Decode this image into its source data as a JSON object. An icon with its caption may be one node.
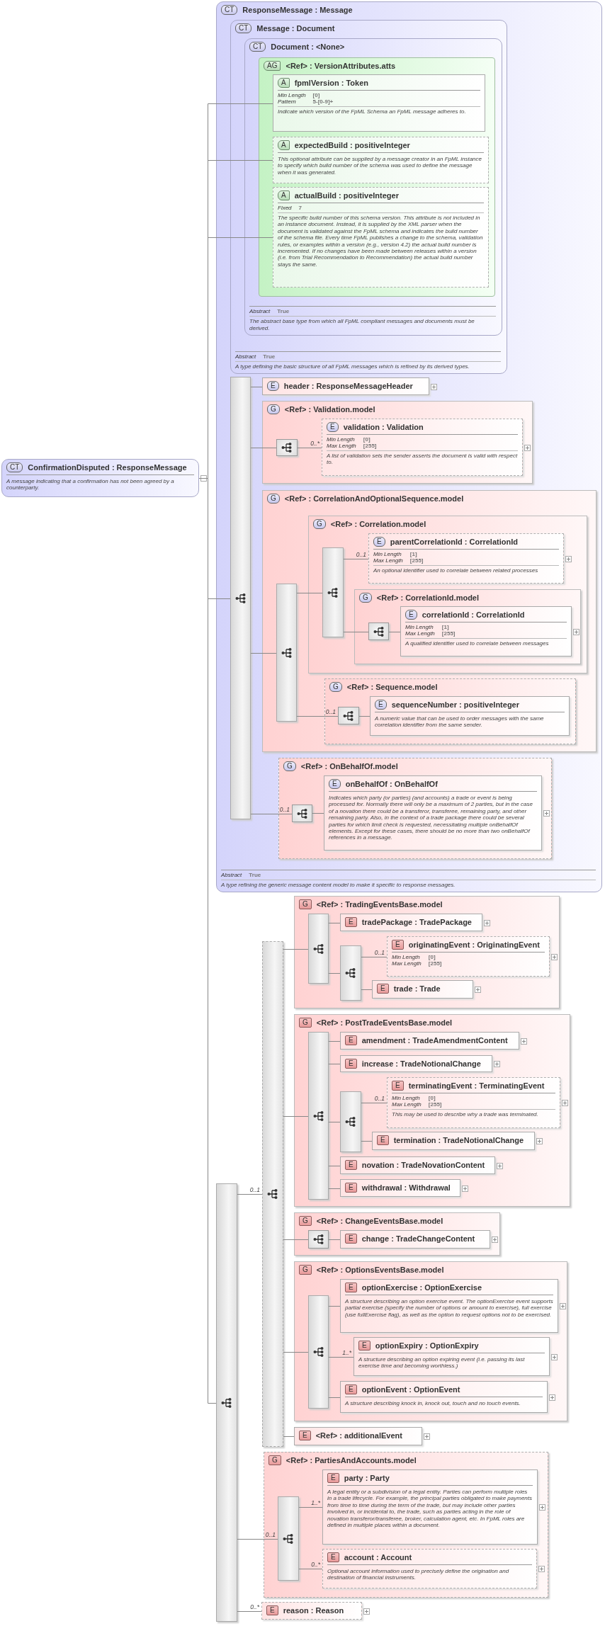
{
  "diagram": {
    "nodes": [
      {
        "text": [
          "CT",
          "ConfirmationDisputed : ResponseMessage",
          "A message indicating that a confirmation has not been agreed by a counterparty."
        ]
      },
      {
        "text": [
          "CT",
          "ResponseMessage : Message",
          "Abstract",
          "True",
          "A type refining the generic message content model to make it specific to response messages."
        ]
      },
      {
        "text": [
          "CT",
          "Message : Document",
          "Abstract",
          "True",
          "A type defining the basic structure of all FpML messages which is refined by its derived types."
        ],
        "in": 1
      },
      {
        "text": [
          "CT",
          "Document : <None>",
          "Abstract",
          "True",
          "The abstract base type from which all FpML compliant messages and documents must be derived."
        ],
        "in": 2
      },
      {
        "text": [
          "AG",
          "<Ref> : VersionAttributes.atts"
        ],
        "in": 3
      },
      {
        "text": [
          "A",
          "fpmlVersion : Token",
          "Min Length",
          "[0]",
          "Pattern",
          "5-[0-9]+",
          "Indicate which version of the FpML Schema an FpML message adheres to."
        ],
        "in": 4
      },
      {
        "text": [
          "A",
          "expectedBuild : positiveInteger",
          "This optional attribute can be supplied by a message creator in an FpML instance to specify which build number of the schema was used to define the message when it was generated."
        ],
        "in": 4
      },
      {
        "text": [
          "A",
          "actualBuild : positiveInteger",
          "Fixed",
          "7",
          "The specific build number of this schema version. This attribute is not included in an instance document. Instead, it is supplied by the XML parser when the document is validated against the FpML schema and indicates the build number of the schema file. Every time FpML publishes a change to the schema, validation rules, or examples within a version (e.g., version 4.2) the actual build number is incremented. If no changes have been made between releases within a version (i.e. from Trial Recommendation to Recommendation) the actual build number stays the same."
        ],
        "in": 4
      },
      {
        "text": [],
        "shape": "bar",
        "in": 1
      },
      {
        "text": [
          "E",
          "header : ResponseMessageHeader"
        ],
        "in": 1
      },
      {
        "text": [
          "G",
          "<Ref> : Validation.model"
        ],
        "in": 1
      },
      {
        "text": [],
        "shape": "box",
        "in": 10
      },
      {
        "text": [
          "E",
          "validation : Validation",
          "Min Length",
          "[0]",
          "Max Length",
          "[255]",
          "A list of validation sets the sender asserts the document is valid with respect to."
        ],
        "in": 10
      },
      {
        "text": [
          "G",
          "<Ref> : CorrelationAndOptionalSequence.model"
        ],
        "in": 1
      },
      {
        "text": [],
        "shape": "bar",
        "in": 13
      },
      {
        "text": [
          "G",
          "<Ref> : Correlation.model"
        ],
        "in": 13
      },
      {
        "text": [],
        "shape": "bar",
        "in": 15
      },
      {
        "text": [
          "E",
          "parentCorrelationId : CorrelationId",
          "Min Length",
          "[1]",
          "Max Length",
          "[255]",
          "An optional identifier used to correlate between related processes"
        ],
        "in": 15
      },
      {
        "text": [
          "G",
          "<Ref> : CorrelationId.model"
        ],
        "in": 15
      },
      {
        "text": [],
        "shape": "box",
        "in": 18
      },
      {
        "text": [
          "E",
          "correlationId : CorrelationId",
          "Min Length",
          "[1]",
          "Max Length",
          "[255]",
          "A qualified identifier used to correlate between messages"
        ],
        "in": 18
      },
      {
        "text": [
          "G",
          "<Ref> : Sequence.model"
        ],
        "in": 13
      },
      {
        "text": [],
        "shape": "box",
        "in": 21
      },
      {
        "text": [
          "E",
          "sequenceNumber : positiveInteger",
          "A numeric value that can be used to order messages with the same correlation identifier from the same sender."
        ],
        "in": 21
      },
      {
        "text": [
          "G",
          "<Ref> : OnBehalfOf.model"
        ],
        "in": 1
      },
      {
        "text": [],
        "shape": "box",
        "in": 24
      },
      {
        "text": [
          "E",
          "onBehalfOf : OnBehalfOf",
          "Indicates which party (or parties) (and accounts) a trade or event is being processed for. Normally there will only be a maximum of 2 parties, but in the case of a novation there could be a transferor, transferee, remaining party, and other remaining party. Also, in the context of a trade package there could be several parties for which limit check is requested, necessitating multiple onBehalfOf elements. Except for these cases, there should be no more than two onBehalfOf references in a message."
        ],
        "in": 24
      },
      {
        "text": [],
        "shape": "bar"
      },
      {
        "text": [],
        "shape": "bar"
      },
      {
        "text": [
          "G",
          "<Ref> : TradingEventsBase.model"
        ]
      },
      {
        "text": [],
        "shape": "bar",
        "in": 29
      },
      {
        "text": [
          "E",
          "tradePackage : TradePackage"
        ],
        "in": 29
      },
      {
        "text": [],
        "shape": "bar",
        "in": 29
      },
      {
        "text": [
          "E",
          "originatingEvent : OriginatingEvent",
          "Min Length",
          "[0]",
          "Max Length",
          "[255]"
        ],
        "in": 29
      },
      {
        "text": [
          "E",
          "trade : Trade"
        ],
        "in": 29
      },
      {
        "text": [
          "G",
          "<Ref> : PostTradeEventsBase.model"
        ]
      },
      {
        "text": [],
        "shape": "bar",
        "in": 35
      },
      {
        "text": [
          "E",
          "amendment : TradeAmendmentContent"
        ],
        "in": 35
      },
      {
        "text": [
          "E",
          "increase : TradeNotionalChange"
        ],
        "in": 35
      },
      {
        "text": [],
        "shape": "bar",
        "in": 35
      },
      {
        "text": [
          "E",
          "terminatingEvent : TerminatingEvent",
          "Min Length",
          "[0]",
          "Max Length",
          "[255]",
          "This may be used to describe why a trade was terminated."
        ],
        "in": 35
      },
      {
        "text": [
          "E",
          "termination : TradeNotionalChange"
        ],
        "in": 35
      },
      {
        "text": [
          "E",
          "novation : TradeNovationContent"
        ],
        "in": 35
      },
      {
        "text": [
          "E",
          "withdrawal : Withdrawal"
        ],
        "in": 35
      },
      {
        "text": [
          "G",
          "<Ref> : ChangeEventsBase.model"
        ]
      },
      {
        "text": [],
        "shape": "box",
        "in": 44
      },
      {
        "text": [
          "E",
          "change : TradeChangeContent"
        ],
        "in": 44
      },
      {
        "text": [
          "G",
          "<Ref> : OptionsEventsBase.model"
        ]
      },
      {
        "text": [],
        "shape": "bar",
        "in": 47
      },
      {
        "text": [
          "E",
          "optionExercise : OptionExercise",
          "A structure describing an option exercise event. The optionExercise event supports partial exercise (specify the number of options or amount to exercise), full exercise (use fullExercise flag), as well as the option to request options not to be exercised."
        ],
        "in": 47
      },
      {
        "text": [
          "E",
          "optionExpiry : OptionExpiry",
          "A structure describing an option expiring event (i.e. passing its last exercise time and becoming worthless.)"
        ],
        "in": 47
      },
      {
        "text": [
          "E",
          "optionEvent : OptionEvent",
          "A structure describing knock in, knock out, touch and no touch events."
        ],
        "in": 47
      },
      {
        "text": [
          "E",
          "<Ref> : additionalEvent"
        ]
      },
      {
        "text": [
          "G",
          "<Ref> : PartiesAndAccounts.model"
        ]
      },
      {
        "text": [],
        "shape": "bar",
        "in": 53
      },
      {
        "text": [
          "E",
          "party : Party",
          "A legal entity or a subdivision of a legal entity. Parties can perform multiple roles in a trade lifecycle. For example, the principal parties obligated to make payments from time to time during the term of the trade, but may include other parties involved in, or incidental to, the trade, such as parties acting in the role of novation transferor/transferee, broker, calculation agent, etc. In FpML roles are defined in multiple places within a document."
        ],
        "in": 53
      },
      {
        "text": [
          "E",
          "account : Account",
          "Optional account information used to precisely define the origination and destination of financial instruments."
        ],
        "in": 53
      },
      {
        "text": [
          "E",
          "reason : Reason"
        ]
      }
    ],
    "edges": [
      {
        "from": 0,
        "to": 5,
        "arrow": "none"
      },
      {
        "from": 0,
        "to": 6,
        "arrow": "none"
      },
      {
        "from": 0,
        "to": 7,
        "arrow": "none"
      },
      {
        "from": 0,
        "to": 8,
        "arrow": "none"
      },
      {
        "from": 0,
        "to": 27,
        "arrow": "none"
      },
      {
        "from": 8,
        "to": 9,
        "arrow": "none"
      },
      {
        "from": 8,
        "to": 11,
        "arrow": "none"
      },
      {
        "from": 11,
        "to": 12,
        "arrow": "none",
        "label": "0..*"
      },
      {
        "from": 8,
        "to": 14,
        "arrow": "none"
      },
      {
        "from": 14,
        "to": 16,
        "arrow": "none"
      },
      {
        "from": 16,
        "to": 17,
        "arrow": "none",
        "label": "0..1"
      },
      {
        "from": 16,
        "to": 19,
        "arrow": "none"
      },
      {
        "from": 19,
        "to": 20,
        "arrow": "none"
      },
      {
        "from": 14,
        "to": 22,
        "arrow": "none",
        "label": "0..1"
      },
      {
        "from": 22,
        "to": 23,
        "arrow": "none"
      },
      {
        "from": 8,
        "to": 25,
        "arrow": "none",
        "label": "0..1"
      },
      {
        "from": 25,
        "to": 26,
        "arrow": "none"
      },
      {
        "from": 27,
        "to": 28,
        "arrow": "none",
        "label": "0..1"
      },
      {
        "from": 28,
        "to": 30,
        "arrow": "none"
      },
      {
        "from": 30,
        "to": 31,
        "arrow": "none"
      },
      {
        "from": 30,
        "to": 32,
        "arrow": "none"
      },
      {
        "from": 32,
        "to": 33,
        "arrow": "none",
        "label": "0..1"
      },
      {
        "from": 32,
        "to": 34,
        "arrow": "none"
      },
      {
        "from": 28,
        "to": 36,
        "arrow": "none"
      },
      {
        "from": 36,
        "to": 37,
        "arrow": "none"
      },
      {
        "from": 36,
        "to": 38,
        "arrow": "none"
      },
      {
        "from": 36,
        "to": 39,
        "arrow": "none"
      },
      {
        "from": 39,
        "to": 40,
        "arrow": "none",
        "label": "0..1"
      },
      {
        "from": 39,
        "to": 41,
        "arrow": "none"
      },
      {
        "from": 36,
        "to": 42,
        "arrow": "none"
      },
      {
        "from": 36,
        "to": 43,
        "arrow": "none"
      },
      {
        "from": 28,
        "to": 45,
        "arrow": "none"
      },
      {
        "from": 45,
        "to": 46,
        "arrow": "none"
      },
      {
        "from": 28,
        "to": 48,
        "arrow": "none"
      },
      {
        "from": 48,
        "to": 49,
        "arrow": "none"
      },
      {
        "from": 48,
        "to": 50,
        "arrow": "none",
        "label": "1..*"
      },
      {
        "from": 48,
        "to": 51,
        "arrow": "none"
      },
      {
        "from": 28,
        "to": 52,
        "arrow": "none"
      },
      {
        "from": 27,
        "to": 54,
        "arrow": "none",
        "label": "0..1"
      },
      {
        "from": 54,
        "to": 55,
        "arrow": "none",
        "label": "1..*"
      },
      {
        "from": 54,
        "to": 56,
        "arrow": "none",
        "label": "0..*"
      },
      {
        "from": 27,
        "to": 57,
        "arrow": "none",
        "label": "0..*"
      }
    ]
  }
}
